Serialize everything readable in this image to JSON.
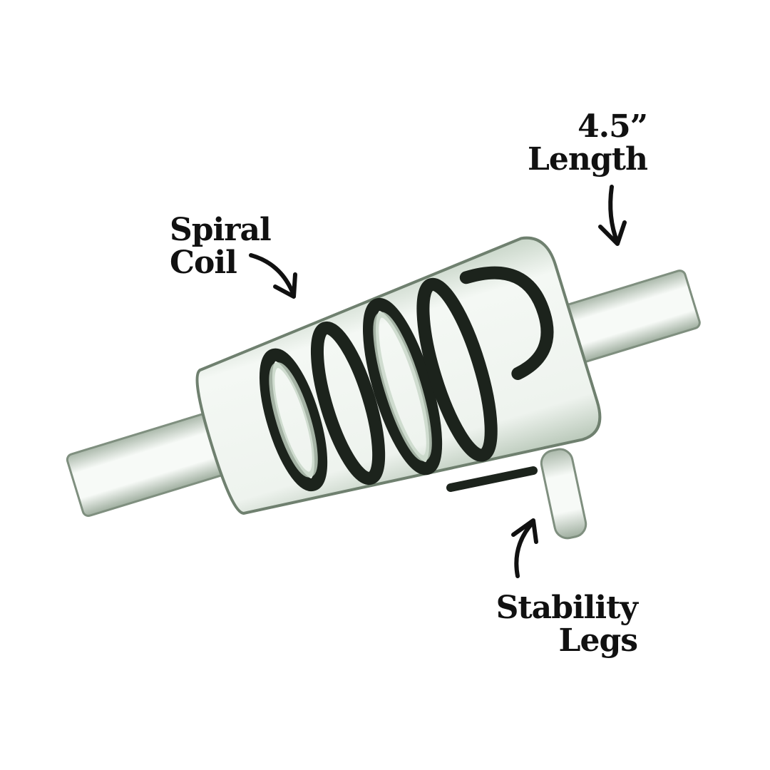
{
  "annotations": {
    "length": {
      "line1": "4.5”",
      "line2": "Length"
    },
    "coil": {
      "line1": "Spiral",
      "line2": "Coil"
    },
    "legs": {
      "line1": "Stability",
      "line2": "Legs"
    }
  },
  "colors": {
    "glass_tint": "#dfe8df",
    "coil": "#1c231c",
    "text": "#111111"
  }
}
